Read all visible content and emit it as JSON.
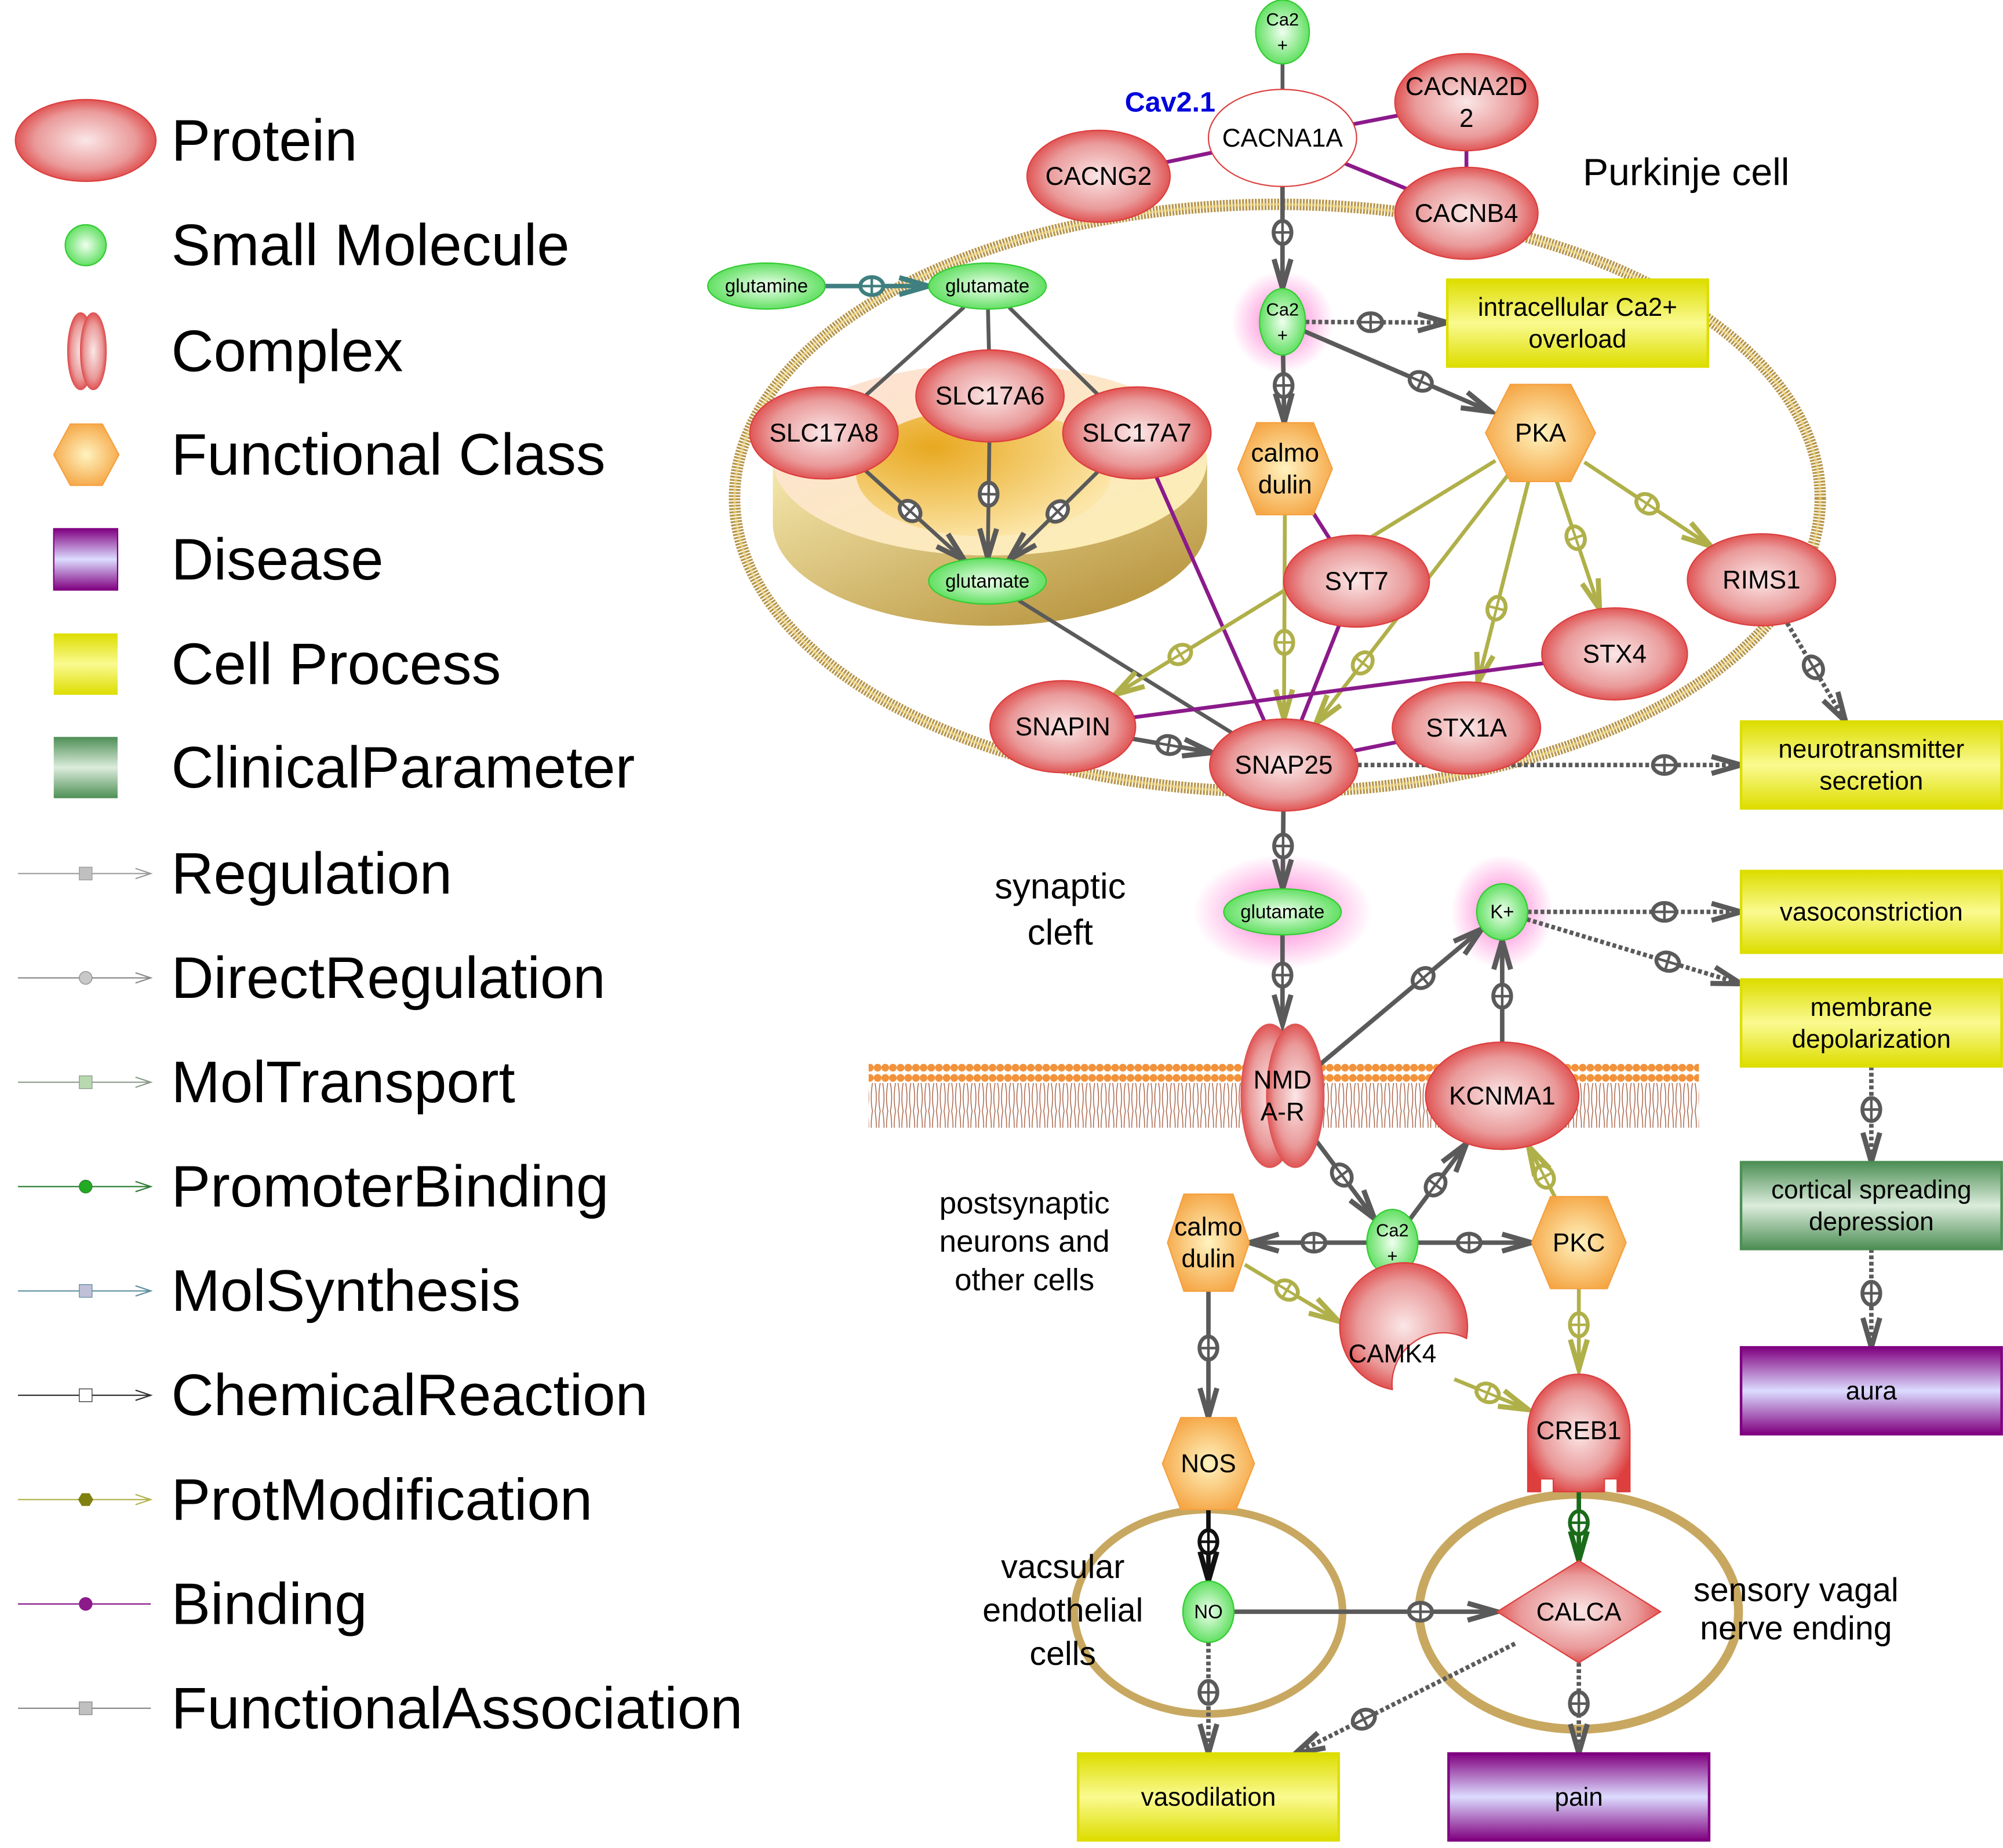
{
  "legend": {
    "nodes": [
      {
        "key": "protein",
        "label": "Protein"
      },
      {
        "key": "small_molecule",
        "label": "Small Molecule"
      },
      {
        "key": "complex",
        "label": "Complex"
      },
      {
        "key": "functional_class",
        "label": "Functional Class"
      },
      {
        "key": "disease",
        "label": "Disease"
      },
      {
        "key": "cell_process",
        "label": "Cell Process"
      },
      {
        "key": "clinical_parameter",
        "label": "ClinicalParameter"
      }
    ],
    "edges": [
      {
        "key": "regulation",
        "label": "Regulation",
        "color": "#9a9a9a",
        "marker": "square",
        "marker_color": "#c0c0c0"
      },
      {
        "key": "direct_regulation",
        "label": "DirectRegulation",
        "color": "#8a8a8a",
        "marker": "circle",
        "marker_color": "#c8c8c8"
      },
      {
        "key": "mol_transport",
        "label": "MolTransport",
        "color": "#8a9a8a",
        "marker": "square",
        "marker_color": "#b8d8b0"
      },
      {
        "key": "promoter_binding",
        "label": "PromoterBinding",
        "color": "#2e7d32",
        "marker": "circle",
        "marker_color": "#22aa22"
      },
      {
        "key": "mol_synthesis",
        "label": "MolSynthesis",
        "color": "#5f8f9f",
        "marker": "square",
        "marker_color": "#c0c0d8"
      },
      {
        "key": "chemical_reaction",
        "label": "ChemicalReaction",
        "color": "#333333",
        "marker": "square",
        "marker_color": "#ffffff"
      },
      {
        "key": "prot_modification",
        "label": "ProtModification",
        "color": "#b3b34d",
        "marker": "hexagon",
        "marker_color": "#808010"
      },
      {
        "key": "binding",
        "label": "Binding",
        "color": "#8b1a8b",
        "marker": "circle",
        "marker_color": "#8b1a8b"
      },
      {
        "key": "functional_association",
        "label": "FunctionalAssociation",
        "color": "#8a8a8a",
        "marker": "square",
        "marker_color": "#c0c0c0"
      }
    ]
  },
  "colors": {
    "protein": "#e04040",
    "small_molecule": "#33cc33",
    "functional_class": "#f5a040",
    "disease": "#800080",
    "cell_process": "#dddd00",
    "clinical_parameter": "#4d8f55",
    "membrane": "#b8964a",
    "complex_label": "#0000dd",
    "edge_gray": "#5a5a5a",
    "edge_olive": "#b0b04a",
    "edge_purple": "#8b1a8b",
    "edge_teal": "#3f7f7f",
    "edge_green": "#1a6b1a"
  },
  "compartments": {
    "purkinje_cell": "Purkinje cell",
    "synaptic_cleft": "synaptic\ncleft",
    "postsynaptic": "postsynaptic\nneurons and\nother cells",
    "vascular_endothelial": "vacsular\nendothelial\ncells",
    "sensory_vagal": "sensory vagal\nnerve ending"
  },
  "complex_name": "Cav2.1",
  "nodes": [
    {
      "id": "ca_ext",
      "type": "small_molecule",
      "label": "Ca2\n+"
    },
    {
      "id": "cacna1a",
      "type": "protein_white",
      "label": "CACNA1A"
    },
    {
      "id": "cacna2d2",
      "type": "protein",
      "label": "CACNA2D\n2"
    },
    {
      "id": "cacng2",
      "type": "protein",
      "label": "CACNG2"
    },
    {
      "id": "cacnb4",
      "type": "protein",
      "label": "CACNB4"
    },
    {
      "id": "glutamine",
      "type": "small_molecule",
      "label": "glutamine"
    },
    {
      "id": "glutamate_top",
      "type": "small_molecule",
      "label": "glutamate"
    },
    {
      "id": "slc17a6",
      "type": "protein",
      "label": "SLC17A6"
    },
    {
      "id": "slc17a8",
      "type": "protein",
      "label": "SLC17A8"
    },
    {
      "id": "slc17a7",
      "type": "protein",
      "label": "SLC17A7"
    },
    {
      "id": "glutamate_vesicle",
      "type": "small_molecule",
      "label": "glutamate"
    },
    {
      "id": "ca_int",
      "type": "small_molecule",
      "label": "Ca2\n+"
    },
    {
      "id": "ca_overload",
      "type": "cell_process",
      "label": "intracellular Ca2+\noverload"
    },
    {
      "id": "calmodulin_pre",
      "type": "functional_class",
      "label": "calmo\ndulin"
    },
    {
      "id": "pka",
      "type": "functional_class",
      "label": "PKA"
    },
    {
      "id": "syt7",
      "type": "protein",
      "label": "SYT7"
    },
    {
      "id": "rims1",
      "type": "protein",
      "label": "RIMS1"
    },
    {
      "id": "stx4",
      "type": "protein",
      "label": "STX4"
    },
    {
      "id": "snapin",
      "type": "protein",
      "label": "SNAPIN"
    },
    {
      "id": "stx1a",
      "type": "protein",
      "label": "STX1A"
    },
    {
      "id": "snap25",
      "type": "protein",
      "label": "SNAP25"
    },
    {
      "id": "nt_secretion",
      "type": "cell_process",
      "label": "neurotransmitter\nsecretion"
    },
    {
      "id": "glutamate_cleft",
      "type": "small_molecule",
      "label": "glutamate"
    },
    {
      "id": "k_ion",
      "type": "small_molecule",
      "label": "K+"
    },
    {
      "id": "vasoconstriction",
      "type": "cell_process",
      "label": "vasoconstriction"
    },
    {
      "id": "membrane_depol",
      "type": "cell_process",
      "label": "membrane\ndepolarization"
    },
    {
      "id": "nmdar",
      "type": "complex",
      "label": "NMD\nA-R"
    },
    {
      "id": "kcnma1",
      "type": "protein",
      "label": "KCNMA1"
    },
    {
      "id": "csd",
      "type": "clinical_parameter",
      "label": "cortical spreading\ndepression"
    },
    {
      "id": "calmodulin_post",
      "type": "functional_class",
      "label": "calmo\ndulin"
    },
    {
      "id": "ca_post",
      "type": "small_molecule",
      "label": "Ca2\n+"
    },
    {
      "id": "pkc",
      "type": "functional_class",
      "label": "PKC"
    },
    {
      "id": "camk4",
      "type": "protein_kinase",
      "label": "CAMK4"
    },
    {
      "id": "creb1",
      "type": "protein_tf",
      "label": "CREB1"
    },
    {
      "id": "aura",
      "type": "disease",
      "label": "aura"
    },
    {
      "id": "nos",
      "type": "functional_class",
      "label": "NOS"
    },
    {
      "id": "no",
      "type": "small_molecule",
      "label": "NO"
    },
    {
      "id": "calca",
      "type": "protein_diamond",
      "label": "CALCA"
    },
    {
      "id": "vasodilation",
      "type": "cell_process",
      "label": "vasodilation"
    },
    {
      "id": "pain",
      "type": "disease",
      "label": "pain"
    }
  ],
  "edges": [
    {
      "from": "ca_ext",
      "to": "cacna1a",
      "kind": "plain",
      "color": "gray"
    },
    {
      "from": "cacna1a",
      "to": "cacna2d2",
      "kind": "binding"
    },
    {
      "from": "cacna1a",
      "to": "cacng2",
      "kind": "binding"
    },
    {
      "from": "cacna1a",
      "to": "cacnb4",
      "kind": "binding"
    },
    {
      "from": "cacna2d2",
      "to": "cacnb4",
      "kind": "binding"
    },
    {
      "from": "cacna1a",
      "to": "ca_int",
      "kind": "regulation",
      "color": "gray"
    },
    {
      "from": "glutamine",
      "to": "glutamate_top",
      "kind": "synthesis",
      "color": "teal"
    },
    {
      "from": "glutamate_top",
      "to": "slc17a8",
      "kind": "plain",
      "color": "gray"
    },
    {
      "from": "glutamate_top",
      "to": "slc17a6",
      "kind": "plain",
      "color": "gray"
    },
    {
      "from": "glutamate_top",
      "to": "slc17a7",
      "kind": "plain",
      "color": "gray"
    },
    {
      "from": "slc17a8",
      "to": "glutamate_vesicle",
      "kind": "transport",
      "color": "gray"
    },
    {
      "from": "slc17a6",
      "to": "glutamate_vesicle",
      "kind": "transport",
      "color": "gray"
    },
    {
      "from": "slc17a7",
      "to": "glutamate_vesicle",
      "kind": "transport",
      "color": "gray"
    },
    {
      "from": "slc17a7",
      "to": "snap25",
      "kind": "binding"
    },
    {
      "from": "glutamate_vesicle",
      "to": "snap25",
      "kind": "plain",
      "color": "gray"
    },
    {
      "from": "ca_int",
      "to": "ca_overload",
      "kind": "regulation_dotted",
      "color": "gray"
    },
    {
      "from": "ca_int",
      "to": "calmodulin_pre",
      "kind": "regulation",
      "color": "gray"
    },
    {
      "from": "ca_int",
      "to": "pka",
      "kind": "regulation",
      "color": "gray"
    },
    {
      "from": "calmodulin_pre",
      "to": "snap25",
      "kind": "modification",
      "color": "olive"
    },
    {
      "from": "calmodulin_pre",
      "to": "syt7",
      "kind": "binding"
    },
    {
      "from": "pka",
      "to": "snapin",
      "kind": "modification",
      "color": "olive"
    },
    {
      "from": "pka",
      "to": "snap25",
      "kind": "modification",
      "color": "olive"
    },
    {
      "from": "pka",
      "to": "stx1a",
      "kind": "modification",
      "color": "olive"
    },
    {
      "from": "pka",
      "to": "stx4",
      "kind": "modification",
      "color": "olive"
    },
    {
      "from": "pka",
      "to": "rims1",
      "kind": "modification",
      "color": "olive"
    },
    {
      "from": "syt7",
      "to": "snap25",
      "kind": "binding"
    },
    {
      "from": "stx4",
      "to": "snapin",
      "kind": "binding"
    },
    {
      "from": "stx1a",
      "to": "snap25",
      "kind": "binding"
    },
    {
      "from": "snapin",
      "to": "snap25",
      "kind": "regulation",
      "color": "gray"
    },
    {
      "from": "snap25",
      "to": "nt_secretion",
      "kind": "regulation_dotted",
      "color": "gray"
    },
    {
      "from": "rims1",
      "to": "nt_secretion",
      "kind": "regulation_dotted",
      "color": "gray"
    },
    {
      "from": "snap25",
      "to": "glutamate_cleft",
      "kind": "regulation",
      "color": "gray"
    },
    {
      "from": "glutamate_cleft",
      "to": "nmdar",
      "kind": "regulation",
      "color": "gray"
    },
    {
      "from": "nmdar",
      "to": "k_ion",
      "kind": "regulation",
      "color": "gray"
    },
    {
      "from": "kcnma1",
      "to": "k_ion",
      "kind": "regulation",
      "color": "gray"
    },
    {
      "from": "k_ion",
      "to": "vasoconstriction",
      "kind": "regulation_dotted",
      "color": "gray"
    },
    {
      "from": "k_ion",
      "to": "membrane_depol",
      "kind": "regulation_dotted",
      "color": "gray"
    },
    {
      "from": "membrane_depol",
      "to": "csd",
      "kind": "regulation_dotted",
      "color": "gray"
    },
    {
      "from": "csd",
      "to": "aura",
      "kind": "regulation_dotted",
      "color": "gray"
    },
    {
      "from": "nmdar",
      "to": "ca_post",
      "kind": "regulation",
      "color": "gray"
    },
    {
      "from": "ca_post",
      "to": "kcnma1",
      "kind": "regulation",
      "color": "gray"
    },
    {
      "from": "ca_post",
      "to": "calmodulin_post",
      "kind": "regulation",
      "color": "gray"
    },
    {
      "from": "ca_post",
      "to": "pkc",
      "kind": "regulation",
      "color": "gray"
    },
    {
      "from": "pkc",
      "to": "kcnma1",
      "kind": "modification",
      "color": "olive"
    },
    {
      "from": "pkc",
      "to": "creb1",
      "kind": "modification",
      "color": "olive"
    },
    {
      "from": "calmodulin_post",
      "to": "camk4",
      "kind": "modification",
      "color": "olive"
    },
    {
      "from": "camk4",
      "to": "creb1",
      "kind": "modification",
      "color": "olive"
    },
    {
      "from": "calmodulin_post",
      "to": "nos",
      "kind": "regulation",
      "color": "gray"
    },
    {
      "from": "nos",
      "to": "no",
      "kind": "reaction",
      "color": "black"
    },
    {
      "from": "creb1",
      "to": "calca",
      "kind": "promoter",
      "color": "green"
    },
    {
      "from": "no",
      "to": "calca",
      "kind": "regulation",
      "color": "gray"
    },
    {
      "from": "no",
      "to": "vasodilation",
      "kind": "regulation_dotted",
      "color": "gray"
    },
    {
      "from": "calca",
      "to": "vasodilation",
      "kind": "regulation_dotted",
      "color": "gray"
    },
    {
      "from": "calca",
      "to": "pain",
      "kind": "regulation_dotted",
      "color": "gray"
    }
  ]
}
